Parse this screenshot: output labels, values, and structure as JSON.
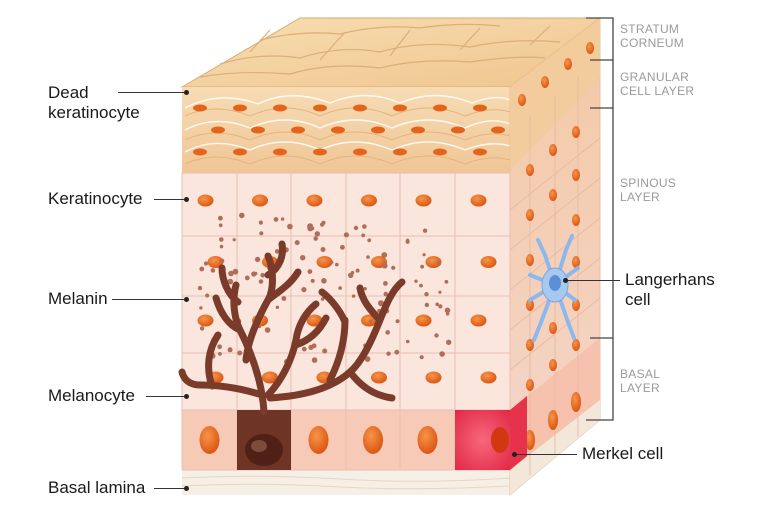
{
  "labels": {
    "dead_keratinocyte": "Dead\nkeratinocyte",
    "keratinocyte": "Keratinocyte",
    "melanin": "Melanin",
    "melanocyte": "Melanocyte",
    "basal_lamina": "Basal lamina",
    "langerhans_cell": "Langerhans\ncell",
    "merkel_cell": "Merkel cell"
  },
  "layers": {
    "stratum_corneum": "STRATUM\nCORNEUM",
    "granular": "GRANULAR\nCELL LAYER",
    "spinous": "SPINOUS\nLAYER",
    "basal": "BASAL\nLAYER"
  },
  "colors": {
    "corneum": "#f3cf96",
    "granular": "#f2c18d",
    "spinous": "#fbe6de",
    "basal": "#f7cab7",
    "nucleus": "#e5641b",
    "melanocyte": "#7a3b2a",
    "melanin_granule": "#b06d5a",
    "merkel": "#ef3d56",
    "langerhans": "#9fc3ef",
    "lamina": "#f6efe6"
  }
}
